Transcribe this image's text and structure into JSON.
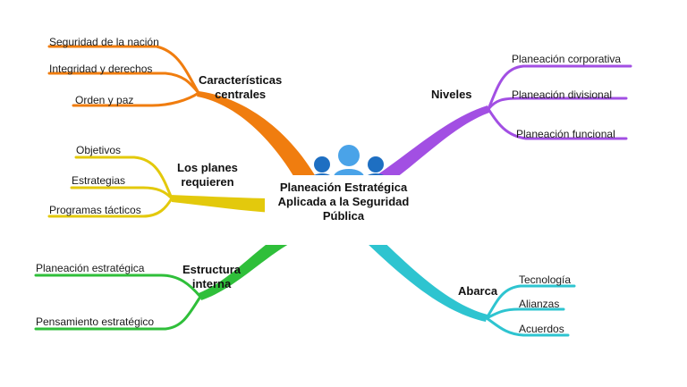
{
  "center": {
    "line1": "Planeación Estratégica",
    "line2": "Aplicada a la Seguridad",
    "line3": "Pública"
  },
  "branches": [
    {
      "id": "caracteristicas",
      "title": "Características centrales",
      "title_lines": [
        "Características",
        "centrales"
      ],
      "color": "#f07d0f",
      "items": [
        "Seguridad de la nación",
        "Integridad y derechos",
        "Orden y paz"
      ]
    },
    {
      "id": "planes",
      "title": "Los planes requieren",
      "title_lines": [
        "Los planes",
        "requieren"
      ],
      "color": "#e3c90c",
      "items": [
        "Objetivos",
        "Estrategias",
        "Programas tácticos"
      ]
    },
    {
      "id": "estructura",
      "title": "Estructura interna",
      "title_lines": [
        "Estructura",
        "interna"
      ],
      "color": "#2fbf3a",
      "items": [
        "Planeación estratégica",
        "Pensamiento estratégico"
      ]
    },
    {
      "id": "niveles",
      "title": "Niveles",
      "title_lines": [
        "Niveles"
      ],
      "color": "#a24fe3",
      "items": [
        "Planeación corporativa",
        "Planeación divisional",
        "Planeación funcional"
      ]
    },
    {
      "id": "abarca",
      "title": "Abarca",
      "title_lines": [
        "Abarca"
      ],
      "color": "#2ec4d0",
      "items": [
        "Tecnología",
        "Alianzas",
        "Acuerdos"
      ]
    }
  ],
  "icon": {
    "name": "people-group-icon",
    "colors": [
      "#1e6fc2",
      "#4aa3e8"
    ]
  }
}
